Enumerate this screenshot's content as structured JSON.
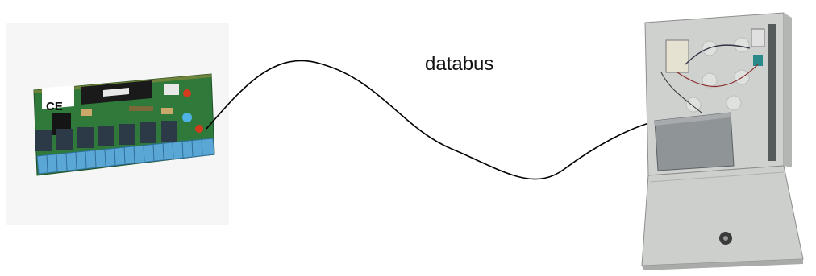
{
  "diagram": {
    "connection_label": "databus",
    "devices": [
      {
        "name": "relay-expansion-board",
        "kind": "circuit-board"
      },
      {
        "name": "alarm-control-panel-enclosure",
        "kind": "metal-cabinet-open"
      }
    ],
    "board_mark": "CE",
    "colors": {
      "pcb": "#2f7a3a",
      "terminal_block": "#5aa7d6",
      "relay": "#2c3a48",
      "chip": "#1a1a1a",
      "cabinet": "#cfd1cf",
      "battery": "#8f9497",
      "cable": "#000000"
    }
  }
}
